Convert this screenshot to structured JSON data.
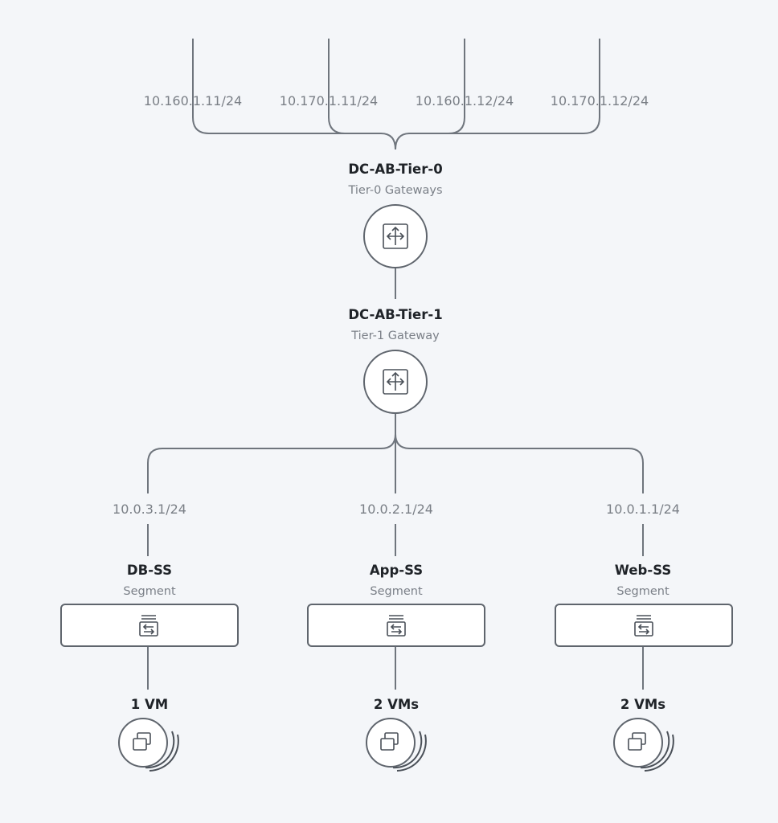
{
  "uplinks": [
    {
      "ip": "10.160.1.11/24"
    },
    {
      "ip": "10.170.1.11/24"
    },
    {
      "ip": "10.160.1.12/24"
    },
    {
      "ip": "10.170.1.12/24"
    }
  ],
  "tier0": {
    "name": "DC-AB-Tier-0",
    "type": "Tier-0 Gateways",
    "icon": "router-icon"
  },
  "tier1": {
    "name": "DC-AB-Tier-1",
    "type": "Tier-1 Gateway",
    "icon": "router-icon"
  },
  "segments": [
    {
      "ip": "10.0.3.1/24",
      "name": "DB-SS",
      "type": "Segment",
      "icon": "segment-icon",
      "vms": "1 VM",
      "vm_icon": "vm-group-icon"
    },
    {
      "ip": "10.0.2.1/24",
      "name": "App-SS",
      "type": "Segment",
      "icon": "segment-icon",
      "vms": "2 VMs",
      "vm_icon": "vm-group-icon"
    },
    {
      "ip": "10.0.1.1/24",
      "name": "Web-SS",
      "type": "Segment",
      "icon": "segment-icon",
      "vms": "2 VMs",
      "vm_icon": "vm-group-icon"
    }
  ],
  "colors": {
    "background": "#f4f6f9",
    "line": "#6f757d",
    "node_stroke": "#5f656d"
  }
}
